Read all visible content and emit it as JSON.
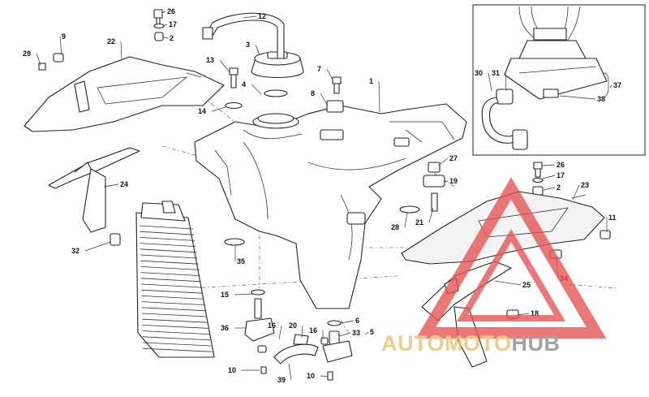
{
  "callouts": [
    {
      "id": "c26a",
      "text": "26"
    },
    {
      "id": "c17a",
      "text": "17"
    },
    {
      "id": "c2a",
      "text": "2"
    },
    {
      "id": "c12",
      "text": "12"
    },
    {
      "id": "c3",
      "text": "3"
    },
    {
      "id": "c4",
      "text": "4"
    },
    {
      "id": "c13",
      "text": "13"
    },
    {
      "id": "c14",
      "text": "14"
    },
    {
      "id": "c9",
      "text": "9"
    },
    {
      "id": "c29",
      "text": "29"
    },
    {
      "id": "c22",
      "text": "22"
    },
    {
      "id": "c7",
      "text": "7"
    },
    {
      "id": "c8",
      "text": "8"
    },
    {
      "id": "c1",
      "text": "1"
    },
    {
      "id": "c24",
      "text": "24"
    },
    {
      "id": "c32",
      "text": "32"
    },
    {
      "id": "c35",
      "text": "35"
    },
    {
      "id": "c15",
      "text": "15"
    },
    {
      "id": "c36",
      "text": "36"
    },
    {
      "id": "c10a",
      "text": "10"
    },
    {
      "id": "c16a",
      "text": "16"
    },
    {
      "id": "c20",
      "text": "20"
    },
    {
      "id": "c39",
      "text": "39"
    },
    {
      "id": "c16b",
      "text": "16"
    },
    {
      "id": "c10b",
      "text": "10"
    },
    {
      "id": "c6",
      "text": "6"
    },
    {
      "id": "c33",
      "text": "33"
    },
    {
      "id": "c5",
      "text": "5"
    },
    {
      "id": "c27",
      "text": "27"
    },
    {
      "id": "c19",
      "text": "19"
    },
    {
      "id": "c21",
      "text": "21"
    },
    {
      "id": "c28",
      "text": "28"
    },
    {
      "id": "c26b",
      "text": "26"
    },
    {
      "id": "c17b",
      "text": "17"
    },
    {
      "id": "c2b",
      "text": "2"
    },
    {
      "id": "c23",
      "text": "23"
    },
    {
      "id": "c11",
      "text": "11"
    },
    {
      "id": "c25",
      "text": "25"
    },
    {
      "id": "c34",
      "text": "34"
    },
    {
      "id": "c18",
      "text": "18"
    },
    {
      "id": "c30",
      "text": "30"
    },
    {
      "id": "c31",
      "text": "31"
    },
    {
      "id": "c37",
      "text": "37"
    },
    {
      "id": "c38",
      "text": "38"
    }
  ],
  "watermark": {
    "brand_auto": "AUTO",
    "brand_moto": "MOTO",
    "brand_hub": "HUB",
    "color_primary": "#e8bf6a",
    "color_secondary": "#8a8a8a",
    "color_triangle": "#e65252"
  }
}
